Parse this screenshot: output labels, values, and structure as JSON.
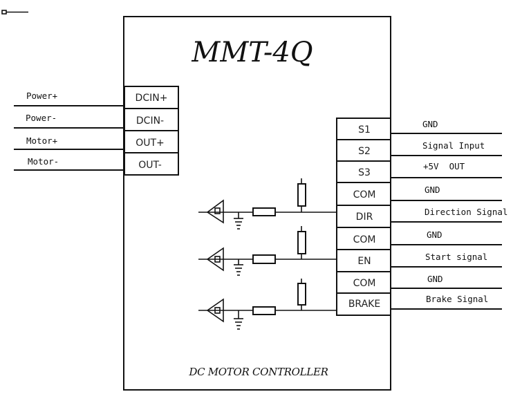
{
  "controller": {
    "model": "MMT-4Q",
    "caption": "DC MOTOR CONTROLLER"
  },
  "left_terminals": [
    {
      "terminal": "DCIN+",
      "signal": "Power+"
    },
    {
      "terminal": "DCIN-",
      "signal": "Power-"
    },
    {
      "terminal": "OUT+",
      "signal": "Motor+"
    },
    {
      "terminal": "OUT-",
      "signal": "Motor-"
    }
  ],
  "right_terminals": [
    {
      "terminal": "S1",
      "signal": "GND"
    },
    {
      "terminal": "S2",
      "signal": "Signal Input"
    },
    {
      "terminal": "S3",
      "signal": "+5V  OUT"
    },
    {
      "terminal": "COM",
      "signal": "GND"
    },
    {
      "terminal": "DIR",
      "signal": "Direction Signal"
    },
    {
      "terminal": "COM",
      "signal": "GND"
    },
    {
      "terminal": "EN",
      "signal": "Start signal"
    },
    {
      "terminal": "COM",
      "signal": "GND"
    },
    {
      "terminal": "BRAKE",
      "signal": "Brake Signal"
    }
  ],
  "input_circuits": [
    "DIR",
    "EN",
    "BRAKE"
  ]
}
